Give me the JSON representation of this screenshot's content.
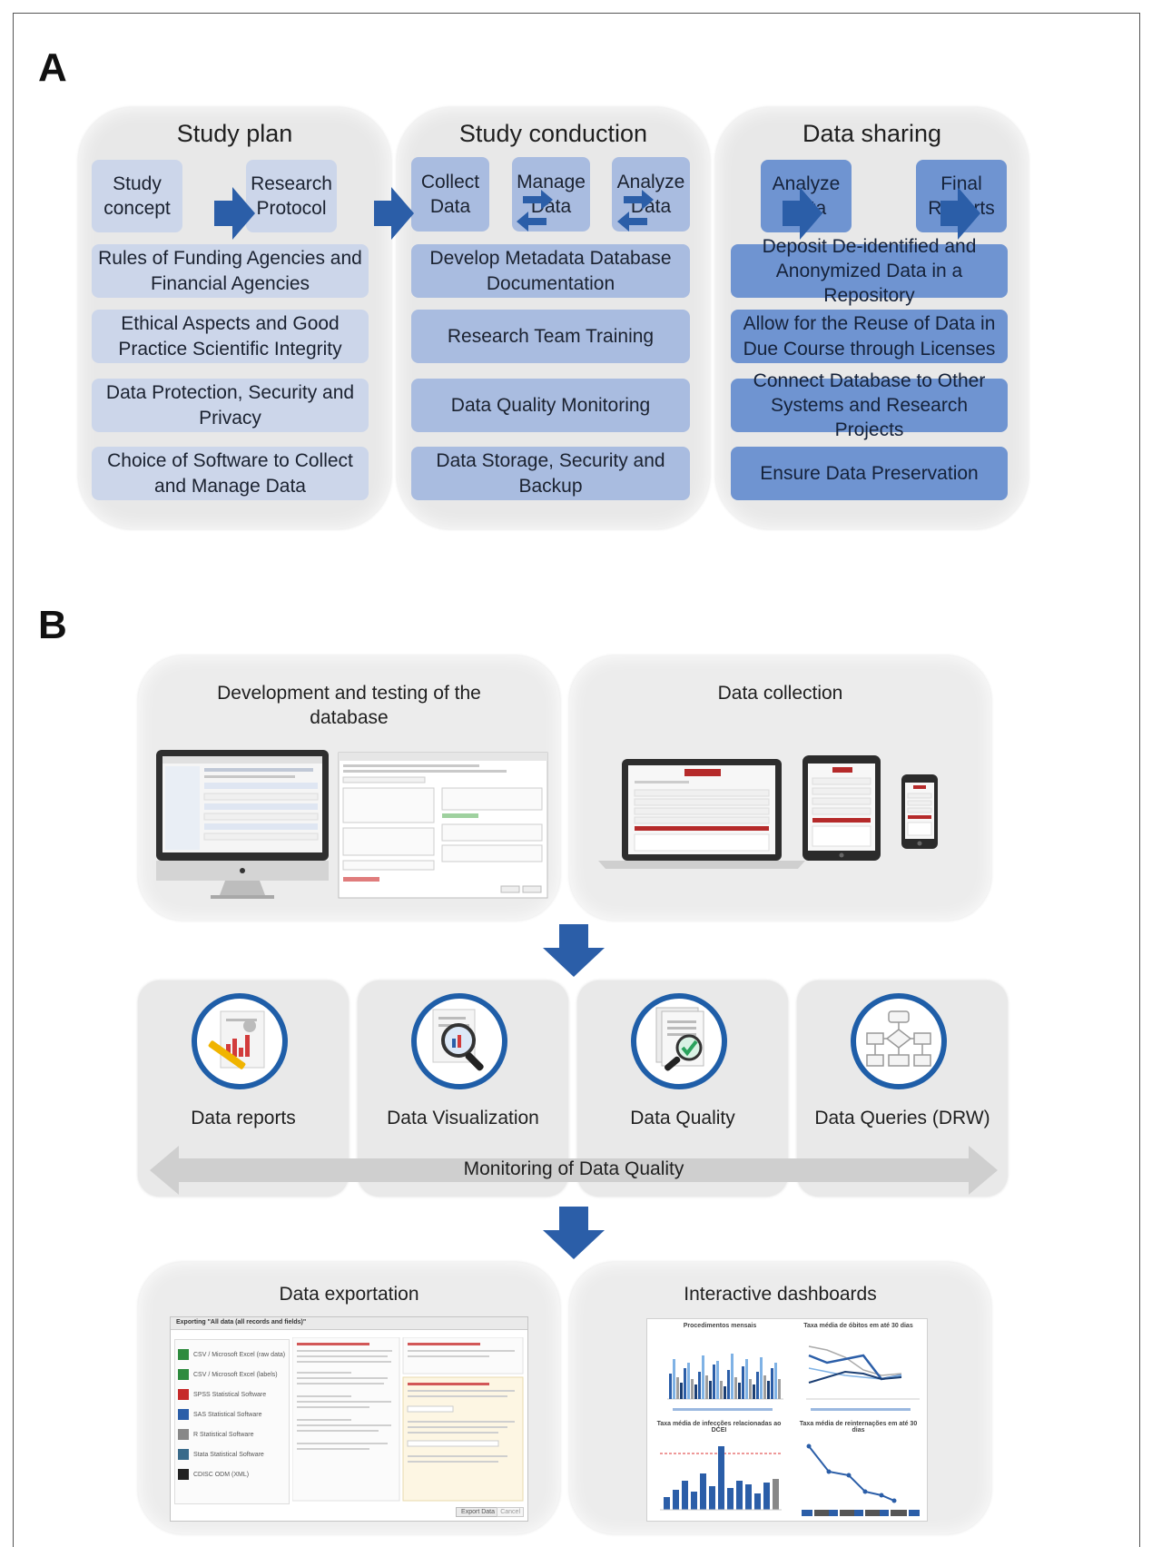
{
  "panel_a": {
    "letter": "A",
    "columns": [
      {
        "title": "Study plan",
        "steps": [
          "Study concept",
          "Research Protocol"
        ],
        "items": [
          "Rules of Funding Agencies and Financial Agencies",
          "Ethical Aspects and Good Practice Scientific Integrity",
          "Data Protection, Security and Privacy",
          "Choice of Software to Collect and Manage Data"
        ]
      },
      {
        "title": "Study conduction",
        "steps": [
          "Collect Data",
          "Manage Data",
          "Analyze Data"
        ],
        "items": [
          "Develop Metadata Database Documentation",
          "Research Team Training",
          "Data Quality Monitoring",
          "Data Storage, Security and Backup"
        ]
      },
      {
        "title": "Data sharing",
        "steps": [
          "Analyze Data",
          "Final Reports"
        ],
        "items": [
          "Deposit De-identified and Anonymized Data in a Repository",
          "Allow for the Reuse of Data in Due Course through Licenses",
          "Connect Database to Other Systems and Research Projects",
          "Ensure Data Preservation"
        ]
      }
    ]
  },
  "panel_b": {
    "letter": "B",
    "dev_title": "Development and testing of the database",
    "collection_title": "Data collection",
    "tools": [
      "Data reports",
      "Data Visualization",
      "Data Quality",
      "Data Queries (DRW)"
    ],
    "monitoring_label": "Monitoring of Data Quality",
    "export_title": "Data exportation",
    "dashboards_title": "Interactive dashboards",
    "export_window_title": "Exporting \"All data (all records and fields)\"",
    "export_button": "Export Data",
    "cancel_button": "Cancel",
    "export_formats": [
      "CSV / Microsoft Excel (raw data)",
      "CSV / Microsoft Excel (labels)",
      "SPSS Statistical Software",
      "SAS Statistical Software",
      "R Statistical Software",
      "Stata Statistical Software",
      "CDISC ODM (XML)"
    ],
    "dash_titles": [
      "Procedimentos mensais",
      "Taxa média de óbitos em até 30 dias",
      "Taxa média de infecções relacionadas ao DCEI",
      "Taxa média de reinternações em até 30 dias"
    ]
  },
  "colors": {
    "arrow": "#2b5ea8",
    "step_light": "#ccd6ea",
    "step_mid": "#a9bce0",
    "step_dark": "#6f94d1"
  }
}
